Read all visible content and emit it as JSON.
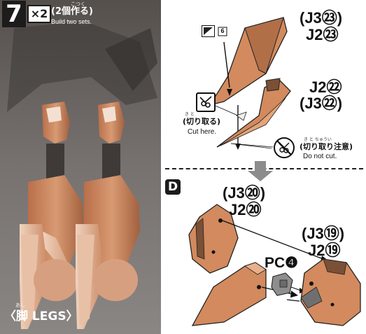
{
  "header": {
    "step_number": "7",
    "multiplier": "×2",
    "ruby": "こつく",
    "quantity_jp": "(2個作る)",
    "quantity_en": "Build two sets."
  },
  "section": {
    "ruby": "あし",
    "label": "〈脚 LEGS〉"
  },
  "upper_diagram": {
    "decal_number": "6",
    "part_top": {
      "line1": "(J3㉓)",
      "line2": "J2㉓"
    },
    "part_bottom": {
      "line1": "J2㉒",
      "line2": "(J3㉒)"
    },
    "cut_here": {
      "ruby": "き と",
      "jp": "(切り取る)",
      "en": "Cut here."
    },
    "do_not_cut": {
      "ruby": "き と ちゅうい",
      "jp": "(切り取り注意)",
      "en": "Do not cut."
    }
  },
  "lower_diagram": {
    "sub_step": "D",
    "part_left": {
      "line1": "(J3⑳)",
      "line2": "J2⑳"
    },
    "part_right": {
      "line1": "(J3⑲)",
      "line2": "J2⑲"
    },
    "pc_part": "PC❹"
  },
  "colors": {
    "armor_orange": "#d28a5e",
    "armor_dark": "#7a5036",
    "gray_part": "#8e8e8e",
    "background_left": "#6e6a66"
  }
}
